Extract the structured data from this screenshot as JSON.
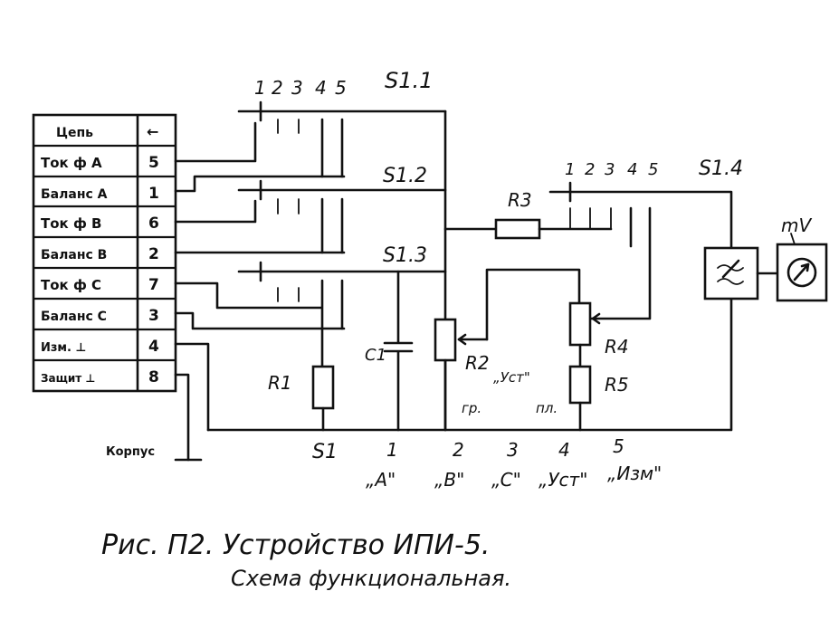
{
  "connector_table": {
    "header": {
      "circuit": "Цепь",
      "pin": "←"
    },
    "rows": [
      {
        "circuit": "Ток ф A",
        "pin": "5"
      },
      {
        "circuit": "Баланс A",
        "pin": "1"
      },
      {
        "circuit": "Ток ф B",
        "pin": "6"
      },
      {
        "circuit": "Баланс B",
        "pin": "2"
      },
      {
        "circuit": "Ток ф C",
        "pin": "7"
      },
      {
        "circuit": "Баланс C",
        "pin": "3"
      },
      {
        "circuit": "Изм. ⊥",
        "pin": "4"
      },
      {
        "circuit": "Защит ⊥",
        "pin": "8"
      }
    ]
  },
  "ground_label": "Корпус",
  "switch_positions": [
    "1",
    "2",
    "3",
    "4",
    "5"
  ],
  "switches": {
    "s1_1": "S1.1",
    "s1_2": "S1.2",
    "s1_3": "S1.3",
    "s1_4": "S1.4"
  },
  "components": {
    "r1": "R1",
    "c1": "C1",
    "r2": "R2",
    "r3": "R3",
    "r4": "R4",
    "r5": "R5",
    "meter_unit": "mV"
  },
  "pot_labels": {
    "adjust": "„Уст\"",
    "coarse": "гр.",
    "fine": "пл."
  },
  "mode_row": {
    "s1": "S1",
    "numbers": [
      "1",
      "2",
      "3",
      "4",
      "5"
    ],
    "names": [
      "„A\"",
      "„B\"",
      "„C\"",
      "„Уст\"",
      "„Изм\""
    ]
  },
  "caption": {
    "line1": "Рис. П2.  Устройство ИПИ-5.",
    "line2": "Схема функциональная."
  }
}
